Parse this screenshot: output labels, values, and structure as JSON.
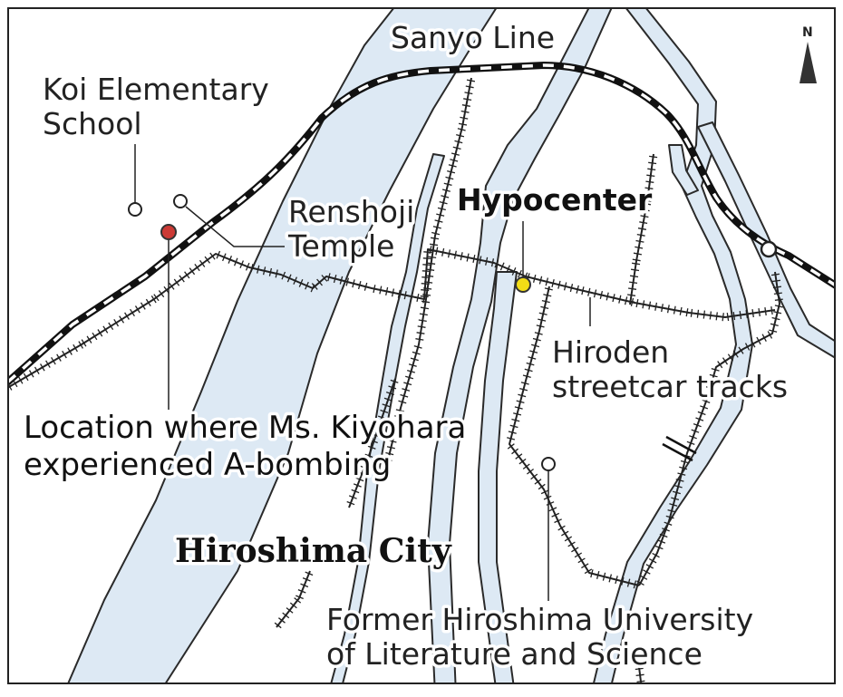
{
  "map": {
    "city_name": "Hiroshima City",
    "north_label": "N",
    "labels": {
      "sanyo_line": "Sanyo Line",
      "koi_school_line1": "Koi Elementary",
      "koi_school_line2": "School",
      "renshoji_line1": "Renshoji",
      "renshoji_line2": "Temple",
      "hypocenter": "Hypocenter",
      "hiroden_line1": "Hiroden",
      "hiroden_line2": "streetcar tracks",
      "kiyohara_line1": "Location where Ms. Kiyohara",
      "kiyohara_line2": "experienced A-bombing",
      "university_line1": "Former Hiroshima University",
      "university_line2": "of Literature and Science"
    },
    "colors": {
      "river_fill": "#dde9f4",
      "river_stroke": "#2a2a2a",
      "hypocenter_marker": "#f2dc16",
      "kiyohara_marker": "#cc3a35",
      "frame": "#222222"
    }
  }
}
